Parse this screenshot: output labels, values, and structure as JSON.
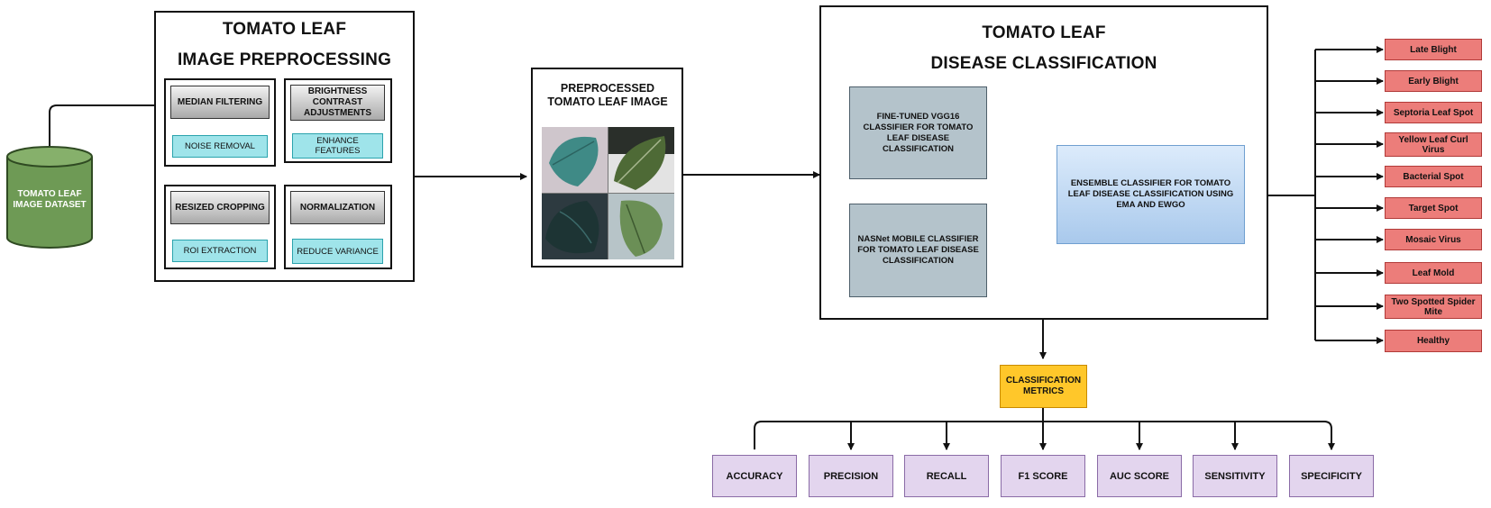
{
  "dataset": {
    "label": "TOMATO LEAF IMAGE DATASET"
  },
  "preprocessing": {
    "title_line1": "TOMATO LEAF",
    "title_line2": "IMAGE PREPROCESSING",
    "median": "MEDIAN FILTERING",
    "noise": "NOISE REMOVAL",
    "resized": "RESIZED CROPPING",
    "roi": "ROI EXTRACTION",
    "brightness": "BRIGHTNESS CONTRAST ADJUSTMENTS",
    "enhance": "ENHANCE FEATURES",
    "normalization": "NORMALIZATION",
    "reduce": "REDUCE VARIANCE"
  },
  "preprocessed": {
    "title": "PREPROCESSED TOMATO LEAF IMAGE"
  },
  "classification": {
    "title_line1": "TOMATO LEAF",
    "title_line2": "DISEASE CLASSIFICATION",
    "vgg": "FINE-TUNED VGG16 CLASSIFIER FOR TOMATO LEAF DISEASE CLASSIFICATION",
    "nasnet": "NASNet MOBILE CLASSIFIER FOR TOMATO LEAF DISEASE CLASSIFICATION",
    "ensemble": "ENSEMBLE CLASSIFIER FOR TOMATO LEAF DISEASE CLASSIFICATION USING EMA AND EWGO"
  },
  "classes": [
    "Late Blight",
    "Early Blight",
    "Septoria Leaf Spot",
    "Yellow Leaf Curl Virus",
    "Bacterial Spot",
    "Target Spot",
    "Mosaic Virus",
    "Leaf Mold",
    "Two Spotted Spider Mite",
    "Healthy"
  ],
  "metrics": {
    "title": "CLASSIFICATION METRICS",
    "items": [
      "ACCURACY",
      "PRECISION",
      "RECALL",
      "F1 SCORE",
      "AUC SCORE",
      "SENSITIVITY",
      "SPECIFICITY"
    ]
  },
  "colors": {
    "dataset": "#6e9a55",
    "classes": "#ec7d7a",
    "metrics_header": "#ffc72a",
    "metrics": "#e3d5ee"
  }
}
